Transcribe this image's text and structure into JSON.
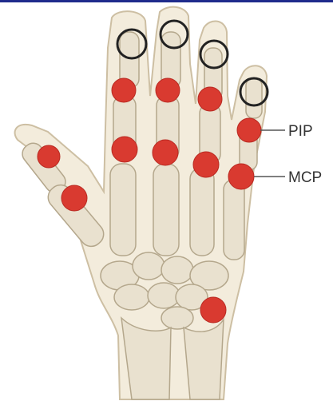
{
  "labels": {
    "pip": "PIP",
    "mcp": "MCP"
  },
  "colors": {
    "top_bar": "#1f2b8c",
    "skin": "#f3ecdc",
    "skin_outline": "#cdbfa3",
    "bone": "#e9e1cf",
    "bone_outline": "#b4a78c",
    "affected_joint": "#d93a30",
    "unaffected_joint_ring": "#222222",
    "leader_line": "#555555"
  },
  "legend_semantics": {
    "affected_joint_marker": "filled-red-circle",
    "unaffected_joint_marker": "black-open-circle"
  }
}
